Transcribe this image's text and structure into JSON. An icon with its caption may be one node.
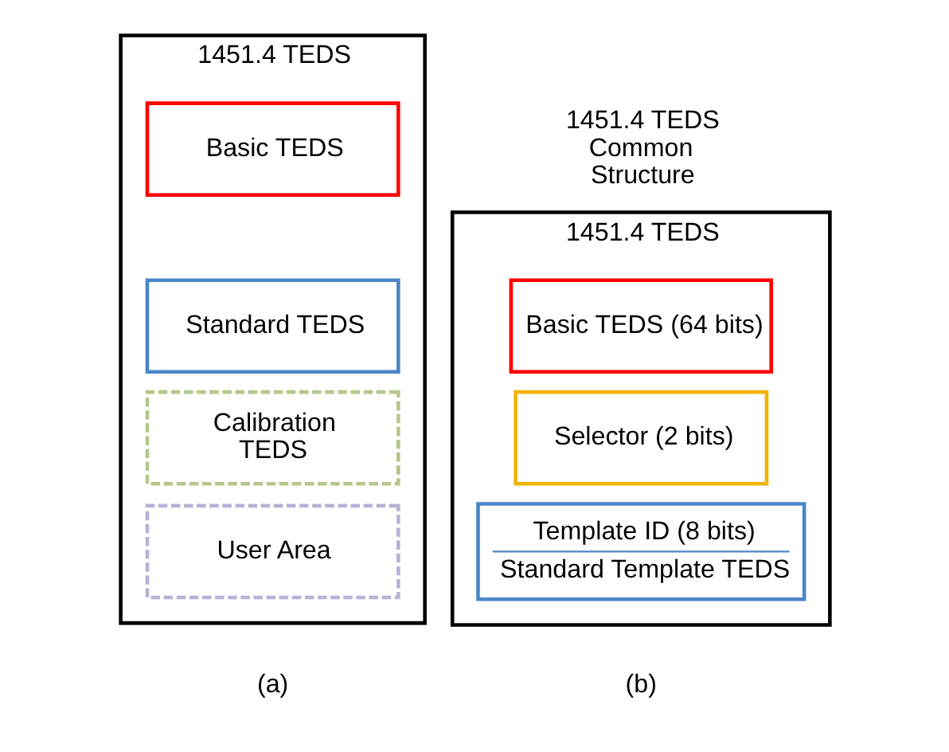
{
  "diagram": {
    "nodes": [
      {
        "text": [
          "1451.4 TEDS"
        ],
        "beside": [
          "(a)"
        ]
      },
      {
        "text": [
          "Basic TEDS"
        ],
        "in": 0
      },
      {
        "text": [
          "Standard TEDS"
        ],
        "in": 0
      },
      {
        "text": [
          "Calibration TEDS"
        ],
        "in": 0
      },
      {
        "text": [
          "User Area"
        ],
        "in": 0
      },
      {
        "text": [
          "1451.4 TEDS"
        ],
        "beside": [
          "(b)"
        ]
      },
      {
        "text": [
          "Basic TEDS (64 bits)"
        ],
        "in": 5
      },
      {
        "text": [
          "Selector (2 bits)"
        ],
        "in": 5
      },
      {
        "text": [
          "Template ID (8 bits)",
          "Standard Template TEDS"
        ],
        "in": 5
      }
    ],
    "labels": [
      "1451.4 TEDS Common Structure"
    ]
  }
}
